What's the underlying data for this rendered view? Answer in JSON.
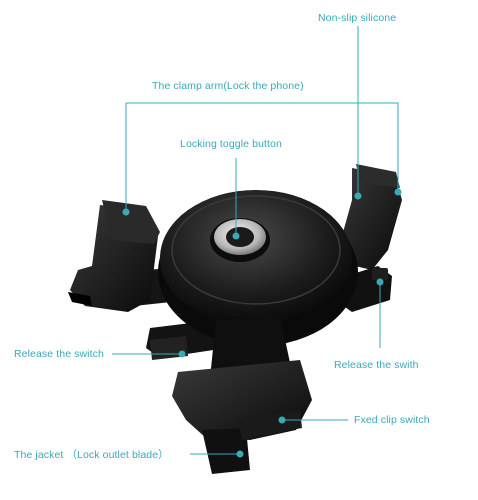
{
  "labels": {
    "non_slip": "Non-slip silicone",
    "clamp_arm": "The clamp arm(Lock the phone)",
    "locking_toggle": "Locking toggle button",
    "release_left": "Release the switch",
    "release_right": "Release the swith",
    "fixed_clip": "Fxed clip switch",
    "jacket": "The jacket （Lock outlet blade）"
  },
  "colors": {
    "callout": "#3aa9b8",
    "product": "#111111",
    "background": "#ffffff"
  }
}
